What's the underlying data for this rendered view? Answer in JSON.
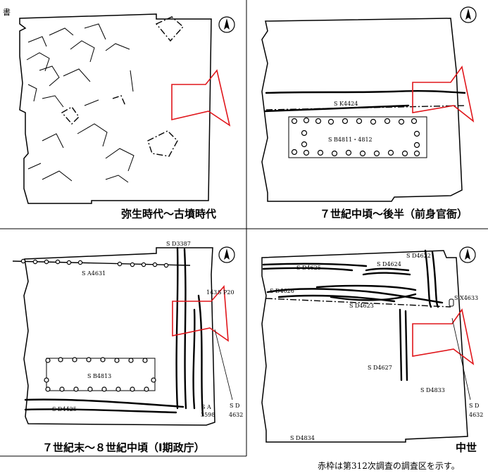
{
  "side_note": "書",
  "panels": [
    {
      "caption": "弥生時代～古墳時代",
      "labels": []
    },
    {
      "caption": "７世紀中頃～後半（前身官衙）",
      "labels": [
        "S K4424",
        "S B4811・4812"
      ]
    },
    {
      "caption": "７世紀末～８世紀中頃（Ⅰ期政庁）",
      "labels": [
        "S D3387",
        "S A4631",
        "143",
        "S P20",
        "S B4813",
        "S D4425",
        "S A",
        "3598",
        "S D",
        "4632"
      ]
    },
    {
      "caption": "中世",
      "labels": [
        "S D4622",
        "S D4625",
        "S D4624",
        "S D4626",
        "S X4633",
        "S D4623",
        "S D4627",
        "S D4833",
        "S D",
        "4632",
        "S D4834"
      ]
    }
  ],
  "footer_note": "赤枠は第312次調査の調査区を示す。",
  "north_icon_label": "north-arrow",
  "colors": {
    "survey_area": "#e0161b",
    "lines": "#000000",
    "background": "#ffffff"
  }
}
